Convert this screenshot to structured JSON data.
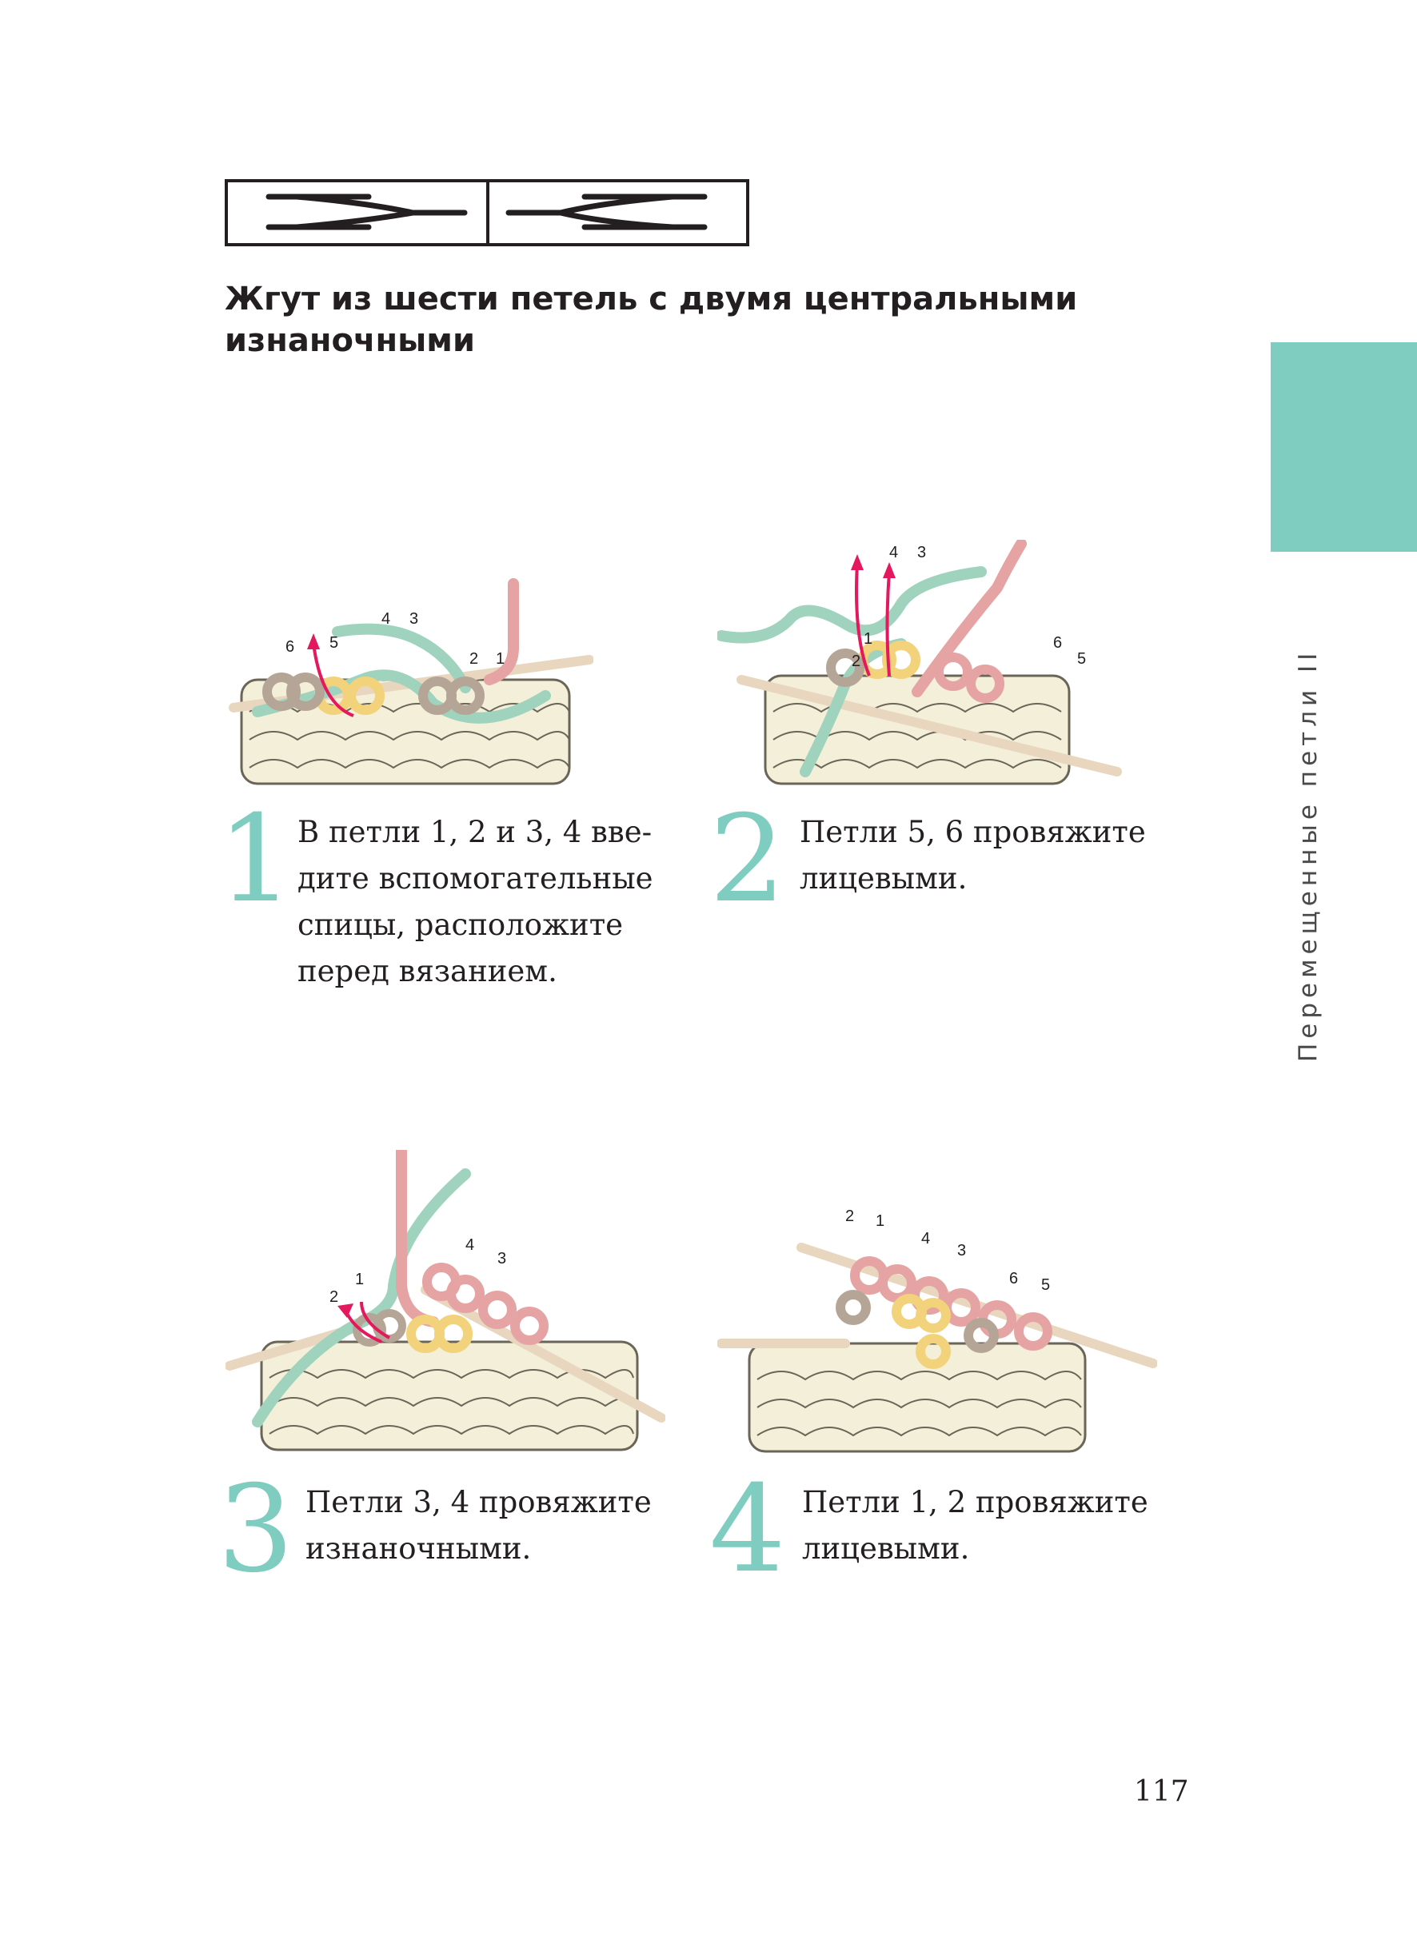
{
  "title": "Жгут из шести петель с двумя центральными изнаночными",
  "side_label": "Перемещенные петли II",
  "page_number": "117",
  "colors": {
    "accent": "#7ecdc0",
    "yarn_base": "#f3efd9",
    "yarn_green": "#9fd3bd",
    "yarn_pink": "#e6a3a3",
    "yarn_yellow": "#f2d27a",
    "yarn_brown": "#b5a596",
    "arrow": "#e4185c"
  },
  "steps": [
    {
      "number": "1",
      "text": "В петли 1, 2 и 3, 4 вве-\nдите вспомогательные\nспицы, расположите\nперед вязанием.",
      "labels": [
        "6",
        "5",
        "4",
        "3",
        "2",
        "1"
      ]
    },
    {
      "number": "2",
      "text": "Петли 5, 6 провяжите\nлицевыми.",
      "labels": [
        "4",
        "3",
        "1",
        "2",
        "6",
        "5"
      ]
    },
    {
      "number": "3",
      "text": "Петли 3, 4 провяжите\nизнаночными.",
      "labels": [
        "4",
        "3",
        "1",
        "2"
      ]
    },
    {
      "number": "4",
      "text": "Петли 1, 2 провяжите\nлицевыми.",
      "labels": [
        "2",
        "1",
        "4",
        "3",
        "6",
        "5"
      ]
    }
  ]
}
